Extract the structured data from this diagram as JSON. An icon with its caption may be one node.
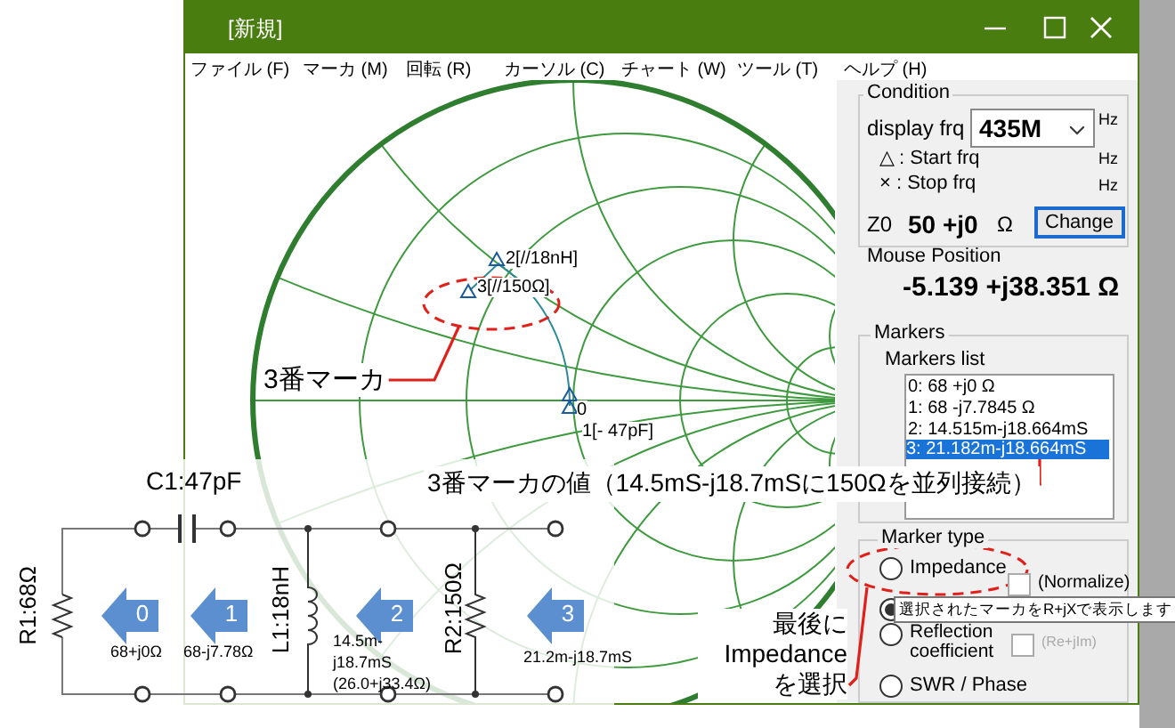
{
  "diagram": {
    "title": "[新規]",
    "nodes": [
      {
        "text": [
          "3番マーカ"
        ]
      },
      {
        "text": [],
        "shape": "ellipse"
      },
      {
        "text": [
          "3番マーカの値（14.5mS-j18.7mSに150Ωを並列接続）"
        ]
      },
      {
        "text": [
          "3: 21.182m-j18.664mS"
        ]
      },
      {
        "text": [
          "最後に Impedance を選択"
        ]
      },
      {
        "text": [],
        "shape": "ellipse"
      },
      {
        "text": [
          "0"
        ],
        "beside": [
          "68+j0Ω"
        ]
      },
      {
        "text": [
          "1"
        ],
        "beside": [
          "68-j7.78Ω"
        ]
      },
      {
        "text": [
          "2"
        ],
        "beside": [
          "14.5m-j18.7mS (26.0+j33.4Ω)"
        ]
      },
      {
        "text": [
          "3"
        ],
        "beside": [
          "21.2m-j18.7mS"
        ]
      }
    ],
    "edges": [
      {
        "from": 0,
        "to": 1,
        "arrow": "none"
      },
      {
        "from": 2,
        "to": 3,
        "arrow": "none"
      },
      {
        "from": 4,
        "to": 5,
        "arrow": "none"
      }
    ],
    "labels": [
      "ファイル (F)",
      "マーカ (M)",
      "回転 (R)",
      "カーソル (C)",
      "チャート (W)",
      "ツール (T)",
      "ヘルプ (H)",
      "Condition",
      "display frq",
      "435M",
      "Hz",
      "△ : Start frq",
      "Hz",
      "× : Stop frq",
      "Hz",
      "Z0",
      "50 +j0",
      "Ω",
      "Change",
      "Mouse Position",
      "-5.139 +j38.351 Ω",
      "Markers",
      "Markers list",
      "0: 68 +j0 Ω",
      "1: 68 -j7.7845 Ω",
      "2: 14.515m-j18.664mS",
      "Marker type",
      "Impedance",
      "(Normalize)",
      "選択されたマーカをR+jXで表示します",
      "Reflection coefficient",
      "(Re+jIm)",
      "SWR / Phase",
      "2[//18nH]",
      "3[//150Ω]",
      "0",
      "1[- 47pF]",
      "C1:47pF",
      "R1:68Ω",
      "L1:18nH",
      "R2:150Ω"
    ]
  }
}
